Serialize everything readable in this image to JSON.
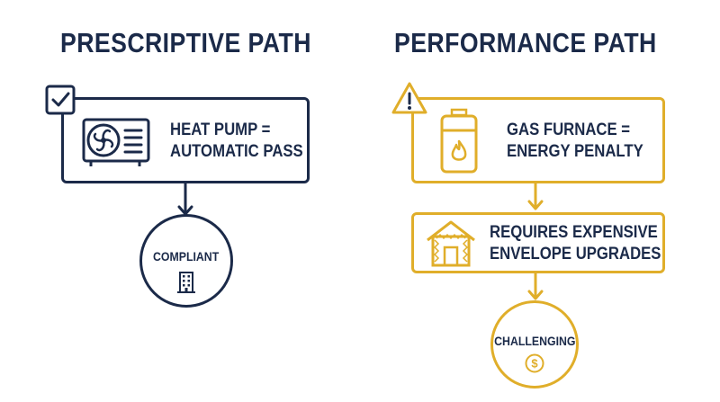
{
  "colors": {
    "navy": "#1b2a49",
    "gold": "#e0ae2a"
  },
  "left": {
    "title": "PRESCRIPTIVE PATH",
    "badge_icon": "checkmark-icon",
    "box_icon": "heat-pump-icon",
    "box_line1": "HEAT PUMP =",
    "box_line2": "AUTOMATIC PASS",
    "result": "COMPLIANT",
    "result_icon": "building-icon"
  },
  "right": {
    "title": "PERFORMANCE PATH",
    "badge_icon": "warning-icon",
    "box1_icon": "gas-furnace-icon",
    "box1_line1": "GAS FURNACE =",
    "box1_line2": "ENERGY PENALTY",
    "box2_icon": "insulated-house-icon",
    "box2_line1": "REQUIRES EXPENSIVE",
    "box2_line2": "ENVELOPE UPGRADES",
    "result": "CHALLENGING",
    "result_icon": "dollar-icon"
  }
}
